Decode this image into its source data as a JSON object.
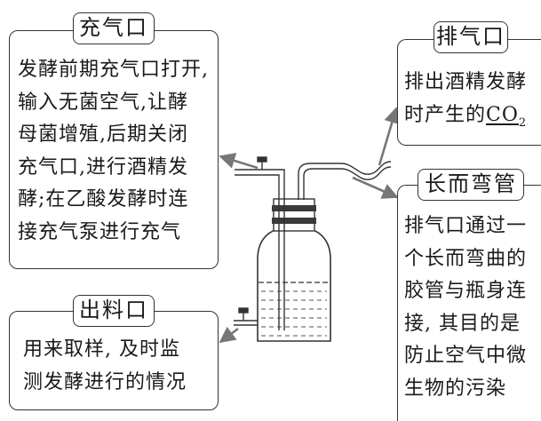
{
  "inlet": {
    "title": "充气口",
    "lines": [
      "发酵前期充气口打开,",
      "输入无菌空气,让酵",
      "母菌增殖,后期关闭",
      "充气口,进行酒精发",
      "酵;在乙酸发酵时连",
      "接充气泵进行充气"
    ]
  },
  "outlet_sample": {
    "title": "出料口",
    "lines": [
      "用来取样, 及时监",
      "测发酵进行的情况"
    ]
  },
  "exhaust": {
    "title": "排气口",
    "line1": "排出酒精发酵",
    "line2_prefix": "时产生的",
    "co2_base": "CO",
    "co2_sub": "2"
  },
  "long_tube": {
    "title": "长而弯管",
    "lines": [
      "排气口通过一",
      "个长而弯曲的",
      "胶管与瓶身连",
      "接, 其目的是",
      "防止空气中微",
      "生物的污染"
    ]
  }
}
